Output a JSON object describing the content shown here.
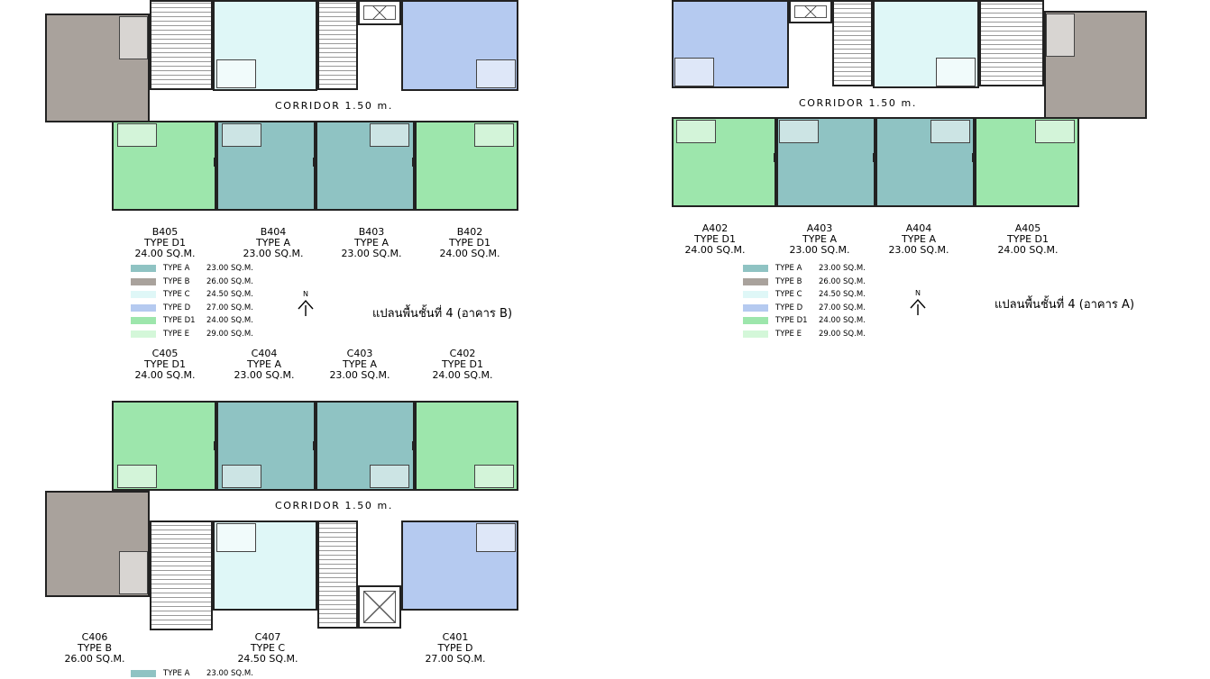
{
  "colors": {
    "type_a": "#8fc3c3",
    "type_b": "#a9a29c",
    "type_c": "#dff7f7",
    "type_d": "#b5caf0",
    "type_d1": "#9de6ac",
    "type_e": "#d4f7d9"
  },
  "legend": [
    {
      "name": "TYPE A",
      "area": "23.00 SQ.M.",
      "color": "#8fc3c3"
    },
    {
      "name": "TYPE B",
      "area": "26.00 SQ.M.",
      "color": "#a9a29c"
    },
    {
      "name": "TYPE C",
      "area": "24.50 SQ.M.",
      "color": "#dff7f7"
    },
    {
      "name": "TYPE D",
      "area": "27.00 SQ.M.",
      "color": "#b5caf0"
    },
    {
      "name": "TYPE D1",
      "area": "24.00 SQ.M.",
      "color": "#9de6ac"
    },
    {
      "name": "TYPE E",
      "area": "29.00 SQ.M.",
      "color": "#d4f7d9"
    }
  ],
  "legend_c_first": {
    "name": "TYPE A",
    "area": "23.00 SQ.M.",
    "color": "#8fc3c3"
  },
  "corridor_label": "CORRIDOR  1.50 m.",
  "north_label": "N",
  "building_b": {
    "title": "แปลนพื้นชั้นที่ 4 (อาคาร B)",
    "units": [
      {
        "code": "B405",
        "type": "TYPE D1",
        "area": "24.00 SQ.M."
      },
      {
        "code": "B404",
        "type": "TYPE A",
        "area": "23.00 SQ.M."
      },
      {
        "code": "B403",
        "type": "TYPE A",
        "area": "23.00 SQ.M."
      },
      {
        "code": "B402",
        "type": "TYPE D1",
        "area": "24.00 SQ.M."
      }
    ]
  },
  "building_a": {
    "title": "แปลนพื้นชั้นที่ 4 (อาคาร A)",
    "units": [
      {
        "code": "A402",
        "type": "TYPE D1",
        "area": "24.00 SQ.M."
      },
      {
        "code": "A403",
        "type": "TYPE A",
        "area": "23.00 SQ.M."
      },
      {
        "code": "A404",
        "type": "TYPE A",
        "area": "23.00 SQ.M."
      },
      {
        "code": "A405",
        "type": "TYPE D1",
        "area": "24.00 SQ.M."
      }
    ]
  },
  "building_c": {
    "units_top": [
      {
        "code": "C405",
        "type": "TYPE D1",
        "area": "24.00 SQ.M."
      },
      {
        "code": "C404",
        "type": "TYPE A",
        "area": "23.00 SQ.M."
      },
      {
        "code": "C403",
        "type": "TYPE A",
        "area": "23.00 SQ.M."
      },
      {
        "code": "C402",
        "type": "TYPE D1",
        "area": "24.00 SQ.M."
      }
    ],
    "units_bottom": [
      {
        "code": "C406",
        "type": "TYPE B",
        "area": "26.00 SQ.M."
      },
      {
        "code": "C407",
        "type": "TYPE C",
        "area": "24.50 SQ.M."
      },
      {
        "code": "C401",
        "type": "TYPE D",
        "area": "27.00 SQ.M."
      }
    ]
  }
}
